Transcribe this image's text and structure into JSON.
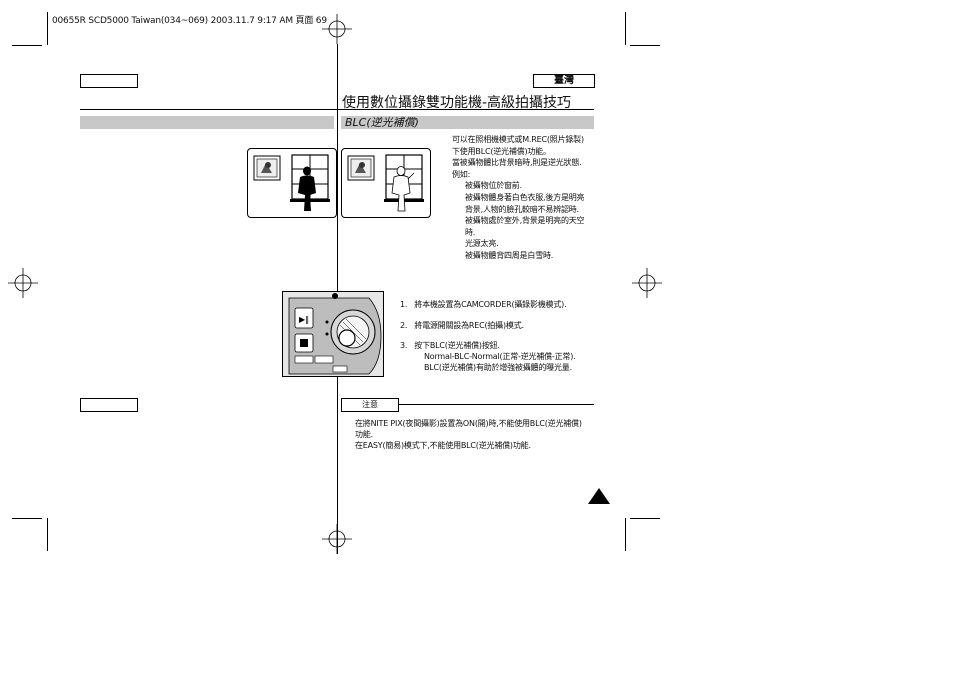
{
  "header": {
    "print_info": "00655R SCD5000 Taiwan(034~069)  2003.11.7  9:17 AM  頁面 69"
  },
  "language_tab": "臺灣",
  "page_title": "使用數位攝錄雙功能機-高級拍攝技巧",
  "section_title": "BLC(逆光補償)",
  "intro": [
    "可以在照相機模式或M.REC(照片錄製)",
    "下使用BLC(逆光補償)功能。",
    "當被攝物體比背景暗時,則是逆光狀態.",
    "例如:"
  ],
  "examples": [
    "被攝物位於窗前.",
    "被攝物體身著白色衣服,後方是明亮",
    "背景,人物的臉孔較暗不易辨認時.",
    "被攝物處於室外,背景是明亮的天空",
    "時.",
    "光源太亮.",
    "被攝物體背四周是白雪時."
  ],
  "steps": [
    {
      "num": "1.",
      "text": "將本機設置為CAMCORDER(攝錄影機模式)."
    },
    {
      "num": "2.",
      "text": "將電源開關設為REC(拍攝)模式."
    },
    {
      "num": "3.",
      "text": "按下BLC(逆光補償)按鈕.",
      "sub": [
        "Normal-BLC-Normal(正常-逆光補償-正常).",
        "BLC(逆光補償)有助於增強被攝體的曝光量."
      ]
    }
  ],
  "note_label": "注意",
  "notes": [
    "在將NITE PIX(夜間攝影)設置為ON(開)時,不能使用BLC(逆光補償)",
    "功能.",
    "在EASY(簡易)模式下,不能使用BLC(逆光補償)功能."
  ],
  "colors": {
    "section_bar": "#c8c8c8",
    "text": "#111111"
  },
  "icons": {
    "page_marker": "triangle-up-icon",
    "registration": "crosshair-circle-icon"
  }
}
